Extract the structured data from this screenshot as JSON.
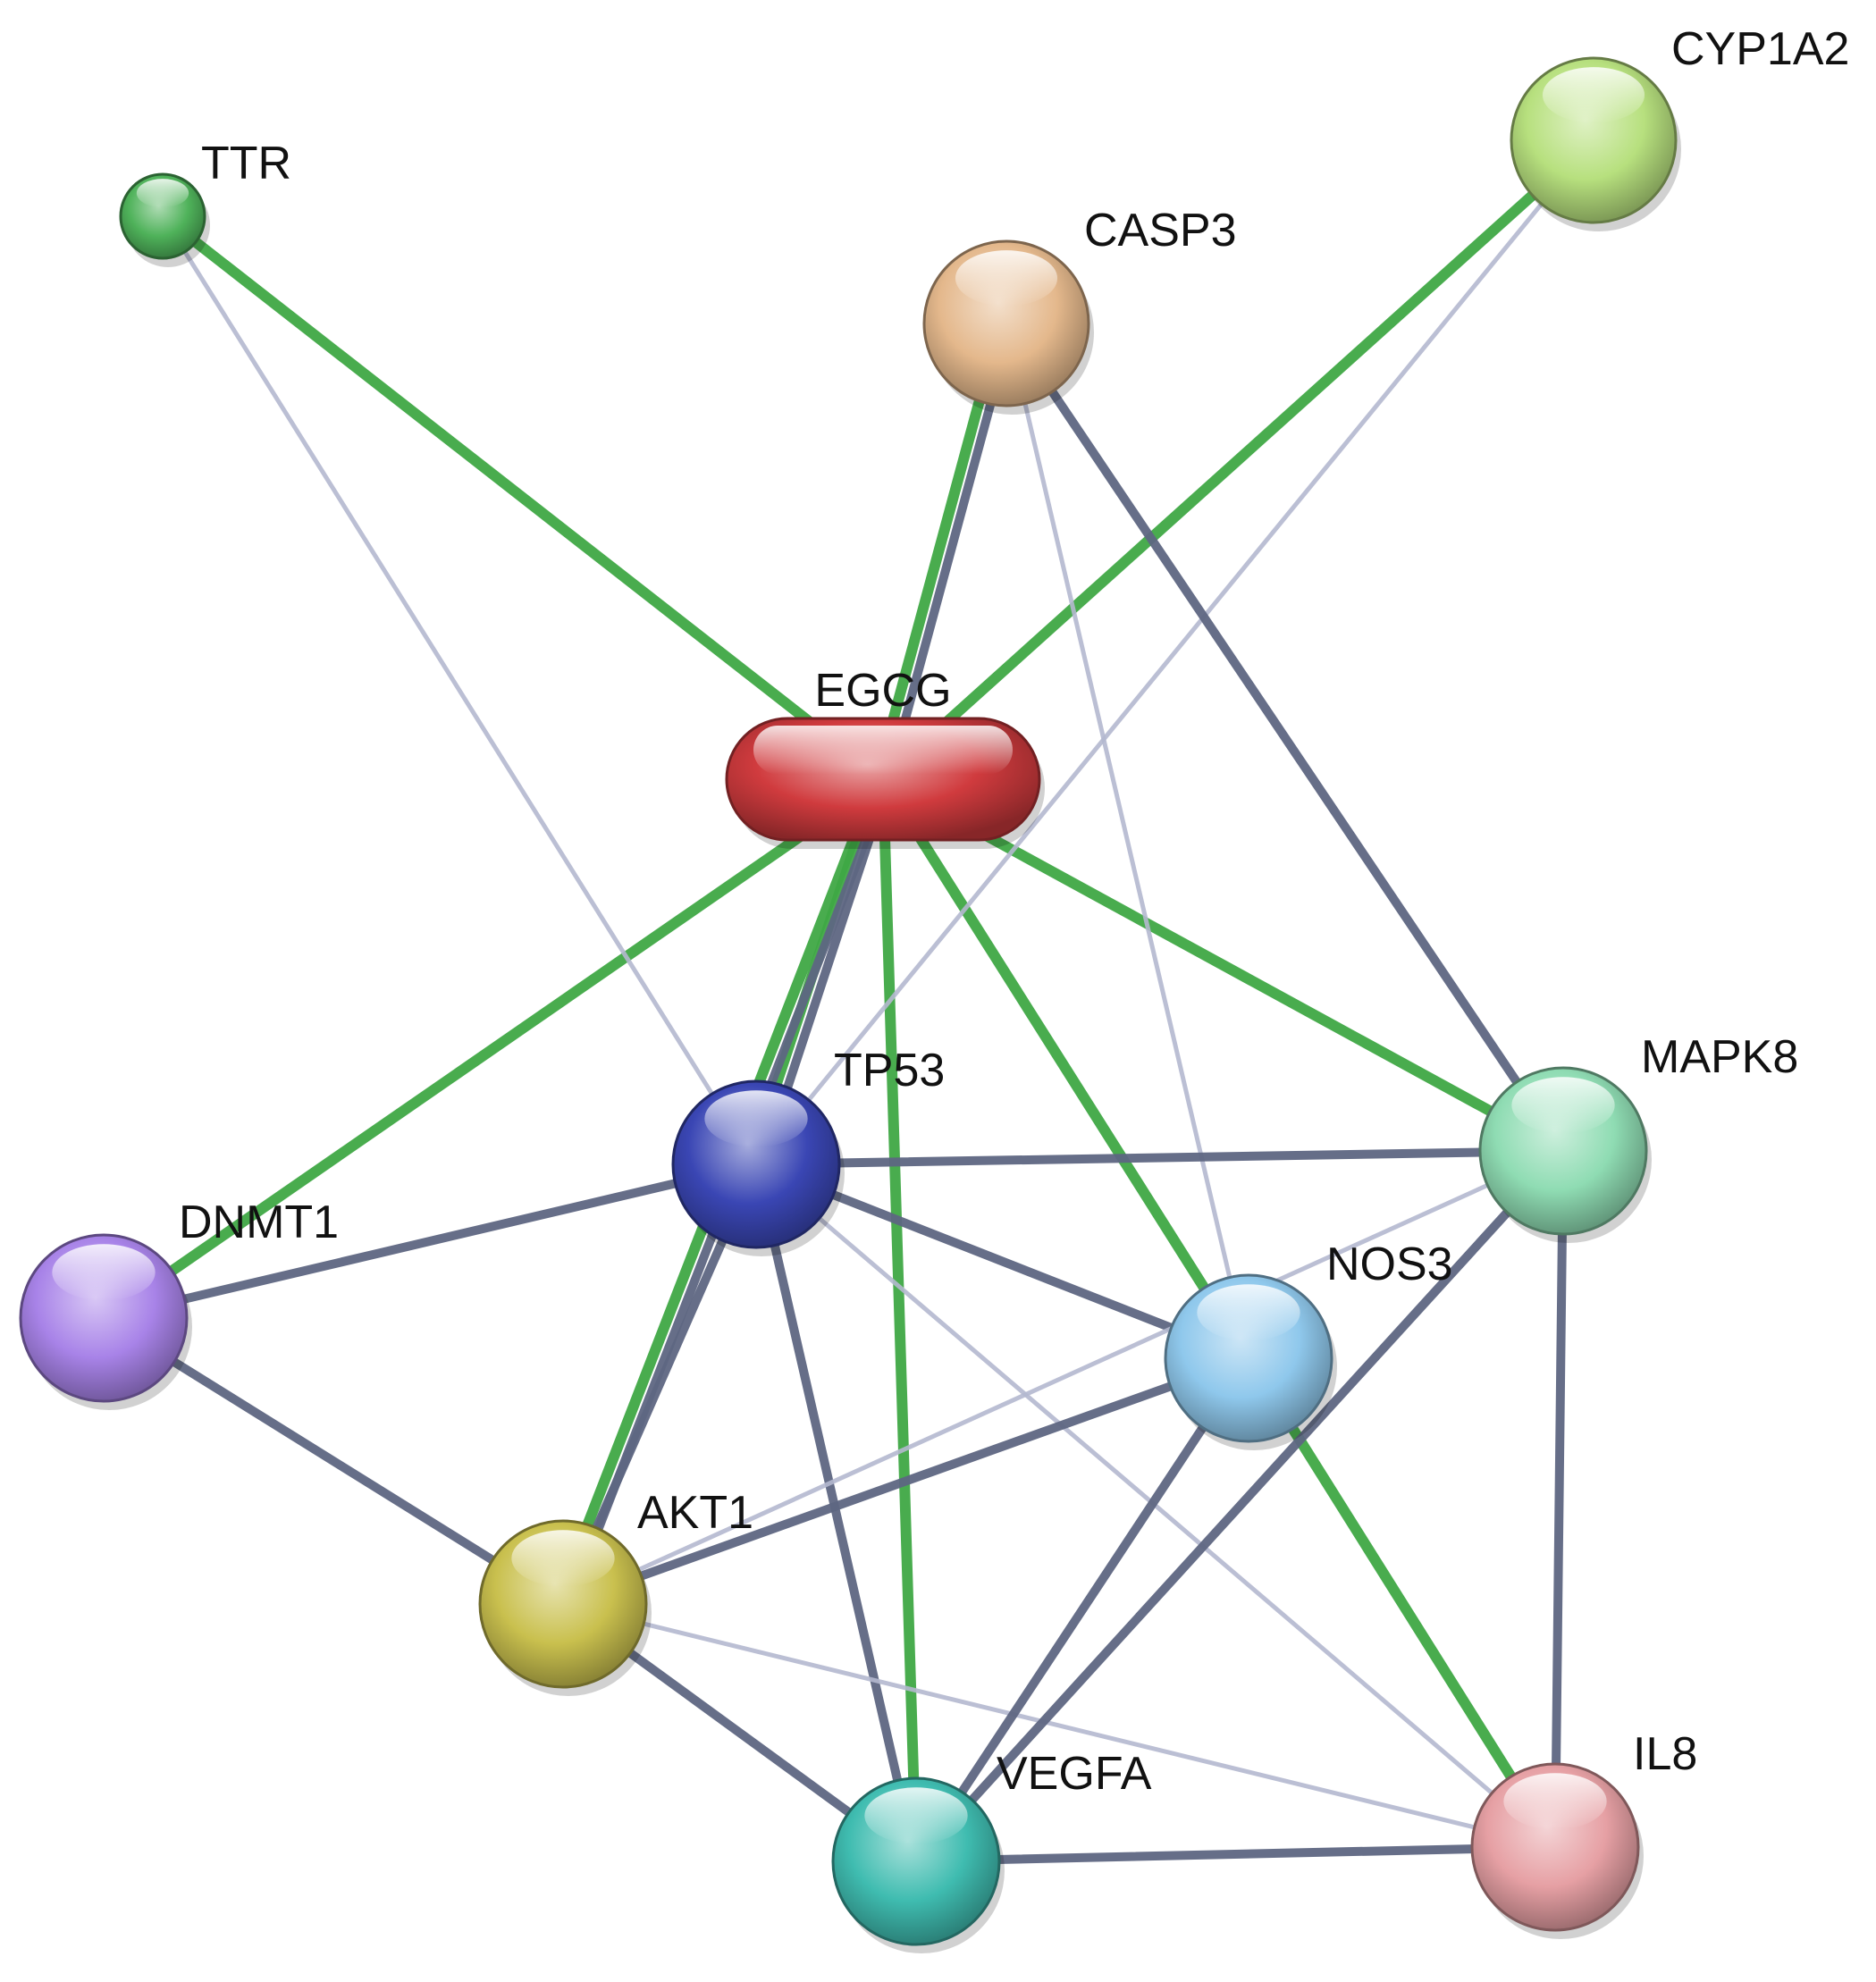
{
  "network": {
    "nodes": [
      {
        "id": "EGCG",
        "label": "EGCG",
        "shape": "pill",
        "color": "#d03b3e"
      },
      {
        "id": "CYP1A2",
        "label": "CYP1A2",
        "shape": "sphere",
        "color": "#b7e07e"
      },
      {
        "id": "TTR",
        "label": "TTR",
        "shape": "sphere",
        "color": "#4fb25a"
      },
      {
        "id": "CASP3",
        "label": "CASP3",
        "shape": "sphere",
        "color": "#e4b88c"
      },
      {
        "id": "TP53",
        "label": "TP53",
        "shape": "sphere",
        "color": "#3a46b4"
      },
      {
        "id": "MAPK8",
        "label": "MAPK8",
        "shape": "sphere",
        "color": "#8fdcb3"
      },
      {
        "id": "DNMT1",
        "label": "DNMT1",
        "shape": "sphere",
        "color": "#a883e8"
      },
      {
        "id": "NOS3",
        "label": "NOS3",
        "shape": "sphere",
        "color": "#8fc8ec"
      },
      {
        "id": "AKT1",
        "label": "AKT1",
        "shape": "sphere",
        "color": "#c9c04e"
      },
      {
        "id": "VEGFA",
        "label": "VEGFA",
        "shape": "sphere",
        "color": "#3fbcb0"
      },
      {
        "id": "IL8",
        "label": "IL8",
        "shape": "sphere",
        "color": "#e6a0a4"
      }
    ],
    "edges": [
      {
        "from": "EGCG",
        "to": "TTR",
        "type": "green"
      },
      {
        "from": "EGCG",
        "to": "CYP1A2",
        "type": "green"
      },
      {
        "from": "EGCG",
        "to": "CASP3",
        "type": "green"
      },
      {
        "from": "EGCG",
        "to": "CASP3",
        "type": "dark"
      },
      {
        "from": "EGCG",
        "to": "DNMT1",
        "type": "green"
      },
      {
        "from": "EGCG",
        "to": "TP53",
        "type": "dark"
      },
      {
        "from": "EGCG",
        "to": "TP53",
        "type": "green"
      },
      {
        "from": "EGCG",
        "to": "AKT1",
        "type": "dark"
      },
      {
        "from": "EGCG",
        "to": "AKT1",
        "type": "green"
      },
      {
        "from": "EGCG",
        "to": "VEGFA",
        "type": "green"
      },
      {
        "from": "EGCG",
        "to": "NOS3",
        "type": "green"
      },
      {
        "from": "EGCG",
        "to": "MAPK8",
        "type": "green"
      },
      {
        "from": "TTR",
        "to": "TP53",
        "type": "light"
      },
      {
        "from": "CYP1A2",
        "to": "TP53",
        "type": "light"
      },
      {
        "from": "CASP3",
        "to": "NOS3",
        "type": "light"
      },
      {
        "from": "CASP3",
        "to": "MAPK8",
        "type": "dark"
      },
      {
        "from": "TP53",
        "to": "MAPK8",
        "type": "dark"
      },
      {
        "from": "TP53",
        "to": "DNMT1",
        "type": "dark"
      },
      {
        "from": "TP53",
        "to": "NOS3",
        "type": "dark"
      },
      {
        "from": "TP53",
        "to": "AKT1",
        "type": "dark"
      },
      {
        "from": "TP53",
        "to": "VEGFA",
        "type": "dark"
      },
      {
        "from": "TP53",
        "to": "IL8",
        "type": "light"
      },
      {
        "from": "DNMT1",
        "to": "AKT1",
        "type": "dark"
      },
      {
        "from": "AKT1",
        "to": "NOS3",
        "type": "dark"
      },
      {
        "from": "AKT1",
        "to": "MAPK8",
        "type": "light"
      },
      {
        "from": "AKT1",
        "to": "VEGFA",
        "type": "dark"
      },
      {
        "from": "AKT1",
        "to": "IL8",
        "type": "light"
      },
      {
        "from": "NOS3",
        "to": "VEGFA",
        "type": "dark"
      },
      {
        "from": "NOS3",
        "to": "IL8",
        "type": "green"
      },
      {
        "from": "MAPK8",
        "to": "VEGFA",
        "type": "dark"
      },
      {
        "from": "MAPK8",
        "to": "IL8",
        "type": "dark"
      },
      {
        "from": "VEGFA",
        "to": "IL8",
        "type": "dark"
      }
    ],
    "edge_colors": {
      "green": "#3fa845",
      "dark": "#5e6682",
      "light": "#b4b8cf"
    }
  }
}
